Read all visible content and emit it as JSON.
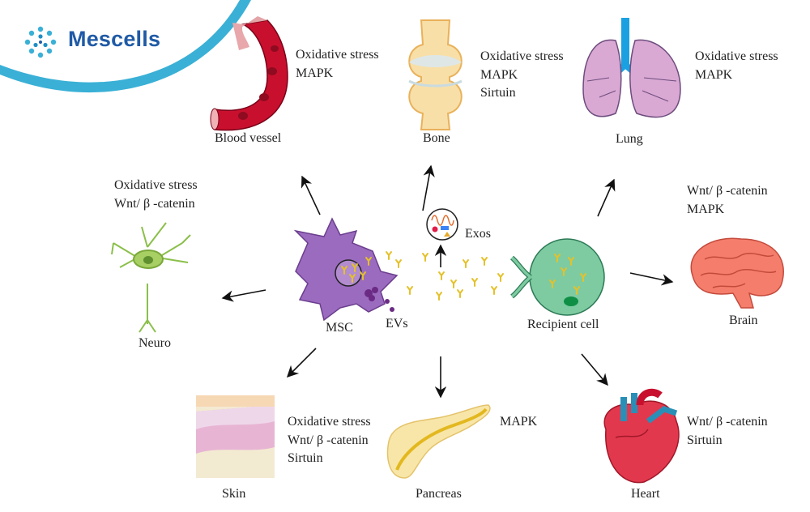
{
  "brand": {
    "name": "Mescells",
    "logo_icon": "molecule-cluster-logo",
    "brand_color": "#1f5aa6",
    "accent_color": "#3ab0d6"
  },
  "center": {
    "msc_label": "MSC",
    "evs_label": "EVs",
    "exos_label": "Exos",
    "recipient_label": "Recipient cell"
  },
  "organs": {
    "blood_vessel": {
      "label": "Blood vessel",
      "pathways": [
        "Oxidative stress",
        "MAPK"
      ]
    },
    "bone": {
      "label": "Bone",
      "pathways": [
        "Oxidative stress",
        "MAPK",
        "Sirtuin"
      ]
    },
    "lung": {
      "label": "Lung",
      "pathways": [
        "Oxidative stress",
        "MAPK"
      ]
    },
    "neuro": {
      "label": "Neuro",
      "pathways": [
        "Oxidative stress",
        "Wnt/ β -catenin"
      ]
    },
    "brain": {
      "label": "Brain",
      "pathways": [
        "Wnt/ β -catenin",
        "MAPK"
      ]
    },
    "skin": {
      "label": "Skin",
      "pathways": [
        "Oxidative stress",
        "Wnt/ β -catenin",
        "Sirtuin"
      ]
    },
    "pancreas": {
      "label": "Pancreas",
      "pathways": [
        "MAPK"
      ]
    },
    "heart": {
      "label": "Heart",
      "pathways": [
        "Wnt/ β -catenin",
        "Sirtuin"
      ]
    }
  }
}
